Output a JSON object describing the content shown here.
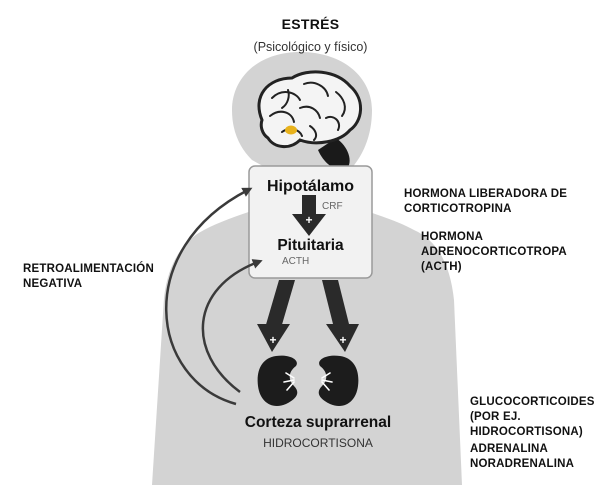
{
  "header": {
    "title": "ESTRÉS",
    "subtitle": "(Psicológico y físico)"
  },
  "box": {
    "top_label": "Hipotálamo",
    "bottom_label": "Pituitaria"
  },
  "arrows": {
    "crf_label": "CRF",
    "acth_label": "ACTH",
    "plus_sign": "+"
  },
  "adrenal": {
    "label": "Corteza suprarrenal",
    "sublabel": "HIDROCORTISONA"
  },
  "side_labels": {
    "feedback": [
      "RETROALIMENTACIÓN",
      "NEGATIVA"
    ],
    "crh": [
      "HORMONA LIBERADORA DE",
      "CORTICOTROPINA"
    ],
    "acth_full": [
      "HORMONA",
      "ADRENOCORTICOTROPA",
      "(ACTH)"
    ],
    "glucocorticoids": [
      "GLUCOCORTICOIDES",
      "(POR EJ.",
      "HIDROCORTISONA)"
    ],
    "catecholamines": [
      "ADRENALINA",
      "NORADRENALINA"
    ]
  },
  "colors": {
    "silhouette": "#d3d3d3",
    "box_fill": "#f2f2f2",
    "box_border": "#9a9a9a",
    "arrow": "#3a3a3a",
    "hypothalamus_spot": "#e8b21c"
  }
}
